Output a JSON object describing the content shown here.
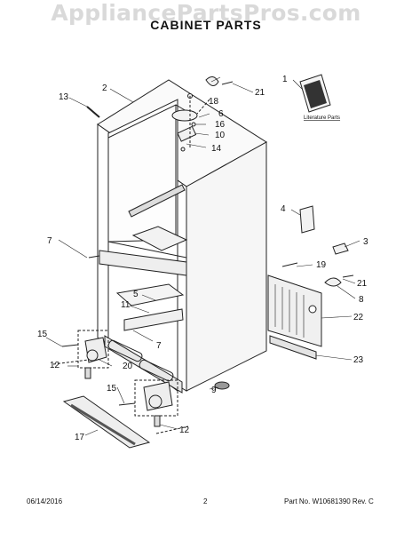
{
  "watermark": "AppliancePartsPros.com",
  "title": "CABINET PARTS",
  "literature_label": "Literature Parts",
  "callouts": [
    {
      "id": "c1",
      "label": "1"
    },
    {
      "id": "c2",
      "label": "2"
    },
    {
      "id": "c3",
      "label": "3"
    },
    {
      "id": "c4",
      "label": "4"
    },
    {
      "id": "c5",
      "label": "5"
    },
    {
      "id": "c6",
      "label": "6"
    },
    {
      "id": "c7a",
      "label": "7"
    },
    {
      "id": "c7b",
      "label": "7"
    },
    {
      "id": "c8",
      "label": "8"
    },
    {
      "id": "c9",
      "label": "9"
    },
    {
      "id": "c10",
      "label": "10"
    },
    {
      "id": "c11",
      "label": "11"
    },
    {
      "id": "c12a",
      "label": "12"
    },
    {
      "id": "c12b",
      "label": "12"
    },
    {
      "id": "c13",
      "label": "13"
    },
    {
      "id": "c14",
      "label": "14"
    },
    {
      "id": "c15a",
      "label": "15"
    },
    {
      "id": "c15b",
      "label": "15"
    },
    {
      "id": "c16",
      "label": "16"
    },
    {
      "id": "c17",
      "label": "17"
    },
    {
      "id": "c18",
      "label": "18"
    },
    {
      "id": "c19",
      "label": "19"
    },
    {
      "id": "c20",
      "label": "20"
    },
    {
      "id": "c21a",
      "label": "21"
    },
    {
      "id": "c21b",
      "label": "21"
    },
    {
      "id": "c22",
      "label": "22"
    },
    {
      "id": "c23",
      "label": "23"
    }
  ],
  "footer": {
    "date": "06/14/2016",
    "page": "2",
    "part_no": "Part No.  W10681390  Rev. C"
  }
}
